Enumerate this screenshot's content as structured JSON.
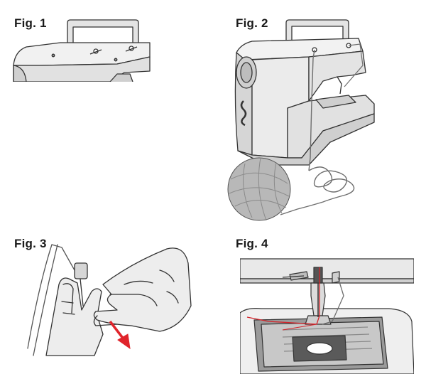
{
  "figures": [
    {
      "label": "Fig. 1",
      "depicts": "machine-top-handle-thread-guides"
    },
    {
      "label": "Fig. 2",
      "depicts": "machine-with-thread-cone"
    },
    {
      "label": "Fig. 3",
      "depicts": "hands-pulling-thread-through-needle-threader"
    },
    {
      "label": "Fig. 4",
      "depicts": "presser-foot-and-needle-plate-with-thread"
    }
  ],
  "colors": {
    "line": "#333333",
    "body_fill": "#e9e9e9",
    "shadow_fill": "#cfcfcf",
    "thread_red": "#d4232a",
    "arrow_red": "#e0242b",
    "thread_gray": "#6e6e6e",
    "ball_fill": "#b8b8b8",
    "plate_dark": "#5a5a5a"
  }
}
